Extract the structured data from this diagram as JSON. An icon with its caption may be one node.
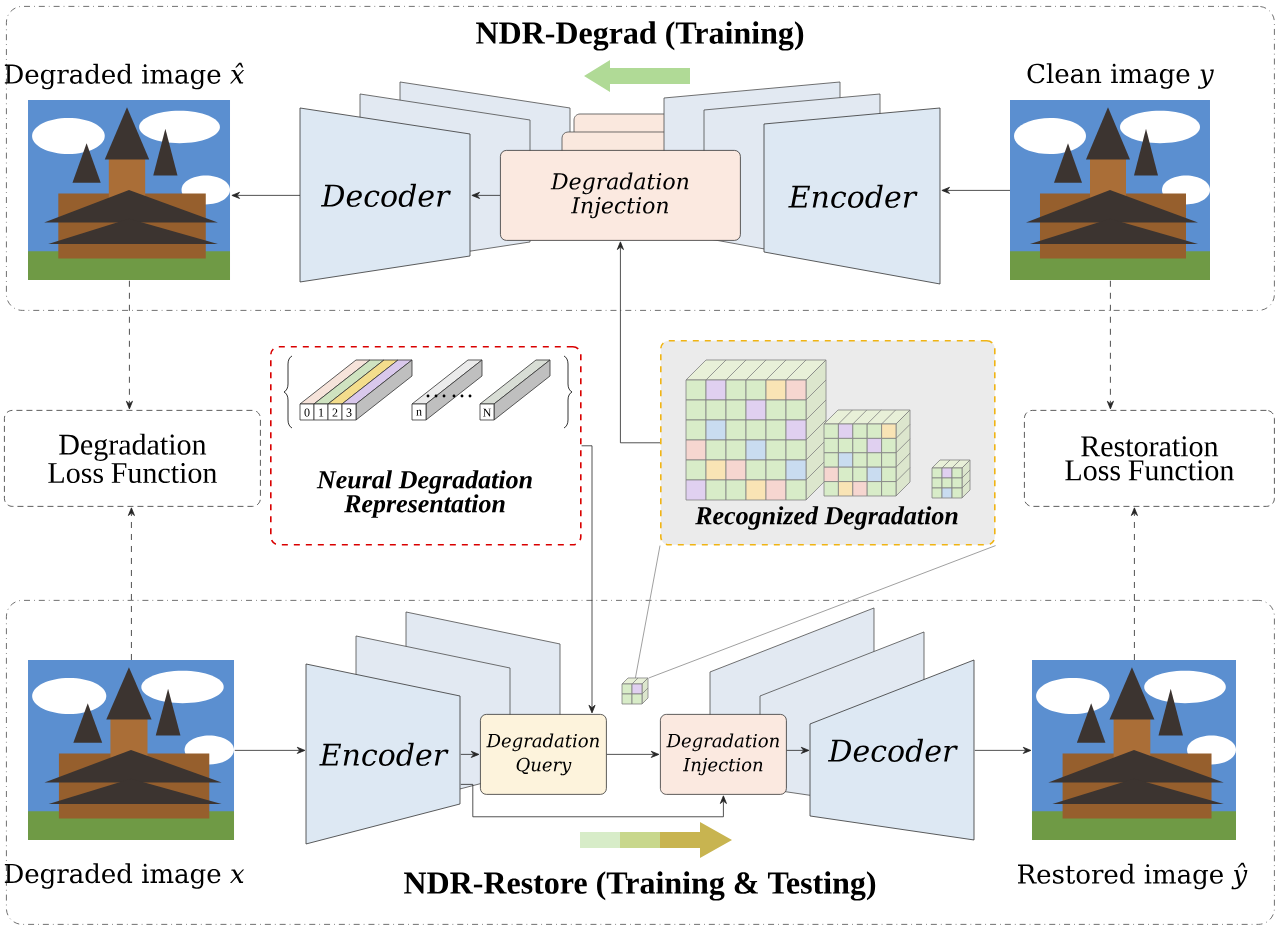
{
  "diagram": {
    "nodes": [
      {
        "text": [
          "NDR-Degrad (Training)"
        ]
      },
      {
        "text": [],
        "shape": "picture",
        "in": 0,
        "beside": [
          "Degraded image *x̂*"
        ]
      },
      {
        "text": [
          "Decoder"
        ],
        "in": 0
      },
      {
        "text": [
          "Degradation Injection"
        ],
        "in": 0
      },
      {
        "text": [
          "Encoder"
        ],
        "in": 0
      },
      {
        "text": [],
        "shape": "picture",
        "in": 0,
        "beside": [
          "Clean image *y*"
        ]
      },
      {
        "text": [
          "Degradation Loss Function"
        ]
      },
      {
        "text": [
          "Neural Degradation Representation"
        ]
      },
      {
        "text": [
          "Recognized Degradation"
        ]
      },
      {
        "text": [
          "Restoration Loss Function"
        ]
      },
      {
        "text": [
          "NDR-Restore (Training & Testing)"
        ]
      },
      {
        "text": [],
        "shape": "picture",
        "in": 10,
        "beside": [
          "Degraded image *x*"
        ]
      },
      {
        "text": [
          "Encoder"
        ],
        "in": 10
      },
      {
        "text": [
          "Degradation Query"
        ],
        "in": 10
      },
      {
        "text": [
          "Degradation Injection"
        ],
        "in": 10
      },
      {
        "text": [
          "Decoder"
        ],
        "in": 10
      },
      {
        "text": [],
        "shape": "picture",
        "in": 10,
        "beside": [
          "Restored image *ŷ*"
        ]
      },
      {
        "text": [],
        "shape": "cube",
        "in": 10
      }
    ],
    "edges": [
      {
        "from": 5,
        "to": 4,
        "arrow": "to"
      },
      {
        "from": 3,
        "to": 2,
        "arrow": "to"
      },
      {
        "from": 2,
        "to": 1,
        "arrow": "to"
      },
      {
        "from": 1,
        "to": 6,
        "arrow": "to",
        "style": "dashed"
      },
      {
        "from": 11,
        "to": 6,
        "arrow": "to",
        "style": "dashed"
      },
      {
        "from": 5,
        "to": 9,
        "arrow": "to",
        "style": "dashed"
      },
      {
        "from": 16,
        "to": 9,
        "arrow": "to",
        "style": "dashed"
      },
      {
        "from": 8,
        "to": 3,
        "arrow": "to"
      },
      {
        "from": 7,
        "to": 13,
        "arrow": "to"
      },
      {
        "from": 11,
        "to": 12,
        "arrow": "to"
      },
      {
        "from": 12,
        "to": 13,
        "arrow": "to"
      },
      {
        "from": 13,
        "to": 14,
        "arrow": "to"
      },
      {
        "from": 14,
        "to": 15,
        "arrow": "to"
      },
      {
        "from": 15,
        "to": 16,
        "arrow": "to"
      },
      {
        "from": 12,
        "to": 14,
        "arrow": "to"
      },
      {
        "from": 17,
        "to": 8,
        "arrow": "none",
        "color": "#888888"
      },
      {
        "from": 17,
        "to": 8,
        "arrow": "none",
        "color": "#888888"
      }
    ],
    "labels": [
      "0",
      "1",
      "2",
      "3",
      "n",
      "N"
    ]
  }
}
